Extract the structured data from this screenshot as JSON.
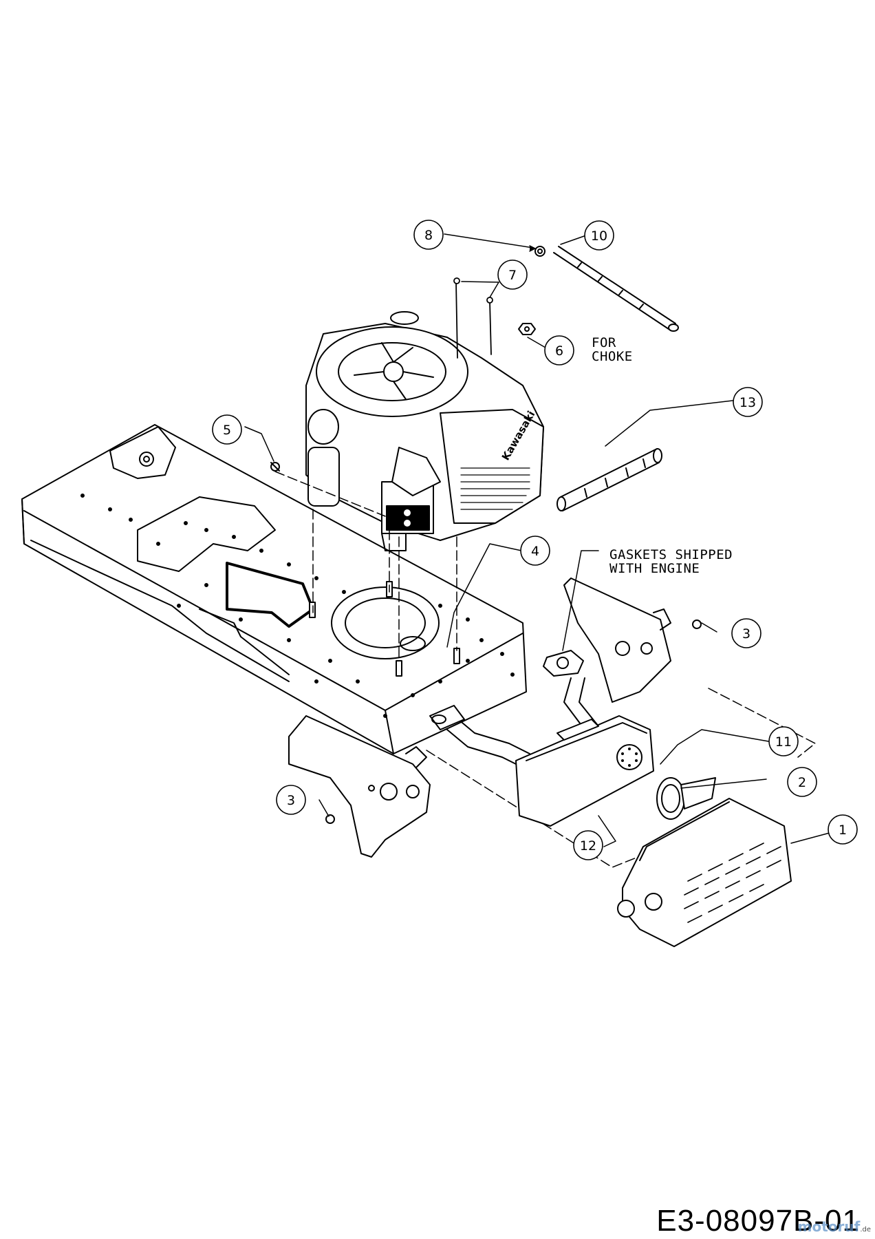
{
  "callouts": [
    {
      "id": "callout-1",
      "label": "1"
    },
    {
      "id": "callout-2",
      "label": "2"
    },
    {
      "id": "callout-3a",
      "label": "3"
    },
    {
      "id": "callout-3b",
      "label": "3"
    },
    {
      "id": "callout-4",
      "label": "4"
    },
    {
      "id": "callout-5",
      "label": "5"
    },
    {
      "id": "callout-6",
      "label": "6"
    },
    {
      "id": "callout-7",
      "label": "7"
    },
    {
      "id": "callout-8",
      "label": "8"
    },
    {
      "id": "callout-10",
      "label": "10"
    },
    {
      "id": "callout-11",
      "label": "11"
    },
    {
      "id": "callout-12",
      "label": "12"
    },
    {
      "id": "callout-13",
      "label": "13"
    }
  ],
  "notes": {
    "for_choke": "FOR\nCHOKE",
    "gaskets": "GASKETS SHIPPED\nWITH ENGINE"
  },
  "engine_brand": "Kawasaki",
  "diagram_code": "E3-08097B-01",
  "watermark": {
    "name": "motoruf",
    "tld": ".de"
  }
}
